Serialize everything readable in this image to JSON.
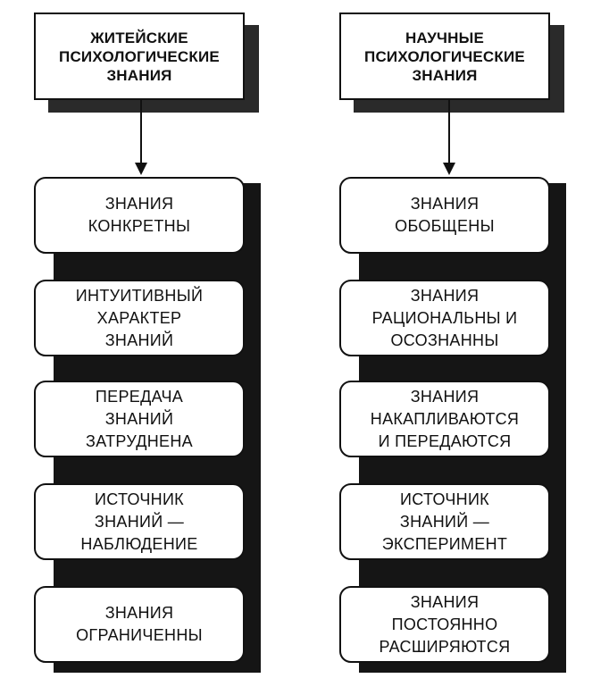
{
  "left": {
    "header": [
      "ЖИТЕЙСКИЕ",
      "ПСИХОЛОГИЧЕСКИЕ",
      "ЗНАНИЯ"
    ],
    "boxes": [
      [
        "ЗНАНИЯ",
        "КОНКРЕТНЫ"
      ],
      [
        "ИНТУИТИВНЫЙ",
        "ХАРАКТЕР",
        "ЗНАНИЙ"
      ],
      [
        "ПЕРЕДАЧА",
        "ЗНАНИЙ",
        "ЗАТРУДНЕНА"
      ],
      [
        "ИСТОЧНИК",
        "ЗНАНИЙ —",
        "НАБЛЮДЕНИЕ"
      ],
      [
        "ЗНАНИЯ",
        "ОГРАНИЧЕННЫ"
      ]
    ]
  },
  "right": {
    "header": [
      "НАУЧНЫЕ",
      "ПСИХОЛОГИЧЕСКИЕ",
      "ЗНАНИЯ"
    ],
    "boxes": [
      [
        "ЗНАНИЯ",
        "ОБОБЩЕНЫ"
      ],
      [
        "ЗНАНИЯ",
        "РАЦИОНАЛЬНЫ И",
        "ОСОЗНАННЫ"
      ],
      [
        "ЗНАНИЯ",
        "НАКАПЛИВАЮТСЯ",
        "И ПЕРЕДАЮТСЯ"
      ],
      [
        "ИСТОЧНИК",
        "ЗНАНИЙ —",
        "ЭКСПЕРИМЕНТ"
      ],
      [
        "ЗНАНИЯ",
        "ПОСТОЯННО",
        "РАСШИРЯЮТСЯ"
      ]
    ]
  }
}
